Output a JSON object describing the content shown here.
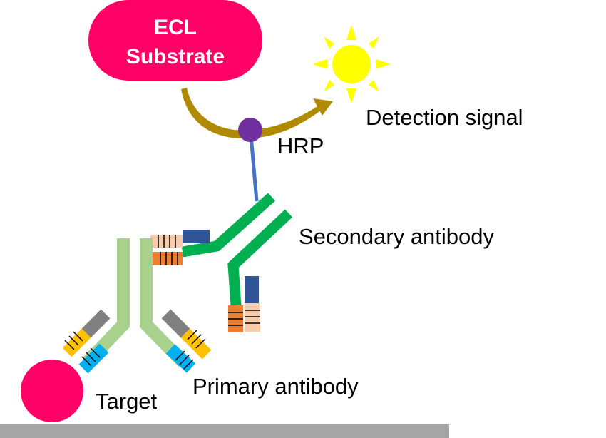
{
  "substrate": {
    "line1": "ECL",
    "line2": "Substrate"
  },
  "labels": {
    "detection_signal": "Detection signal",
    "hrp": "HRP",
    "secondary_antibody": "Secondary antibody",
    "primary_antibody": "Primary antibody",
    "target": "Target"
  },
  "colors": {
    "substrate": "#ff0066",
    "target": "#ff0066",
    "hrp": "#7030a0",
    "linker": "#4472c4",
    "sun": "#ffff00",
    "arrow": "#b08a00",
    "secondary_heavy": "#00b050",
    "primary_heavy": "#a9d18e",
    "gray_chain": "#808080",
    "yellow_chain": "#ffc000",
    "cyan_chain": "#00b0f0",
    "navy_chain": "#2f5597",
    "peach_chain": "#f8cbad",
    "orange_chain": "#ed7d31",
    "surface": "#a6a6a6"
  },
  "icons": {
    "sun": "sun-icon",
    "arrow": "curved-arrow-icon"
  }
}
